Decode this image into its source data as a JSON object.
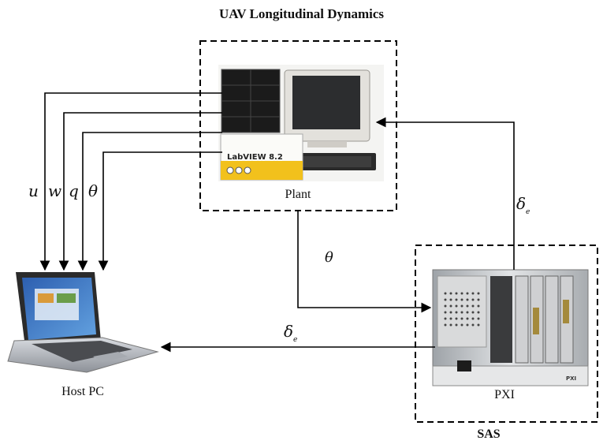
{
  "title": "UAV Longitudinal Dynamics",
  "blocks": {
    "plant": {
      "label": "Plant",
      "screen_logo": "LabVIEW 8.2"
    },
    "pxi": {
      "label": "PXI",
      "chassis_text": "PXI"
    },
    "host_pc": {
      "label": "Host PC"
    },
    "sas": {
      "label": "SAS"
    }
  },
  "signals": {
    "u": "u",
    "w": "w",
    "q": "q",
    "theta": "θ",
    "theta_mid": "θ",
    "delta_e_up": {
      "symbol": "δ",
      "subscript": "e"
    },
    "delta_e_host": {
      "symbol": "δ",
      "subscript": "e"
    }
  },
  "colors": {
    "line": "#000000",
    "labview_yellow": "#f2c11c",
    "pxi_chassis": "#c9c9c9",
    "laptop_body": "#b8bcc2",
    "screen_blue": "#3a6fbf"
  }
}
